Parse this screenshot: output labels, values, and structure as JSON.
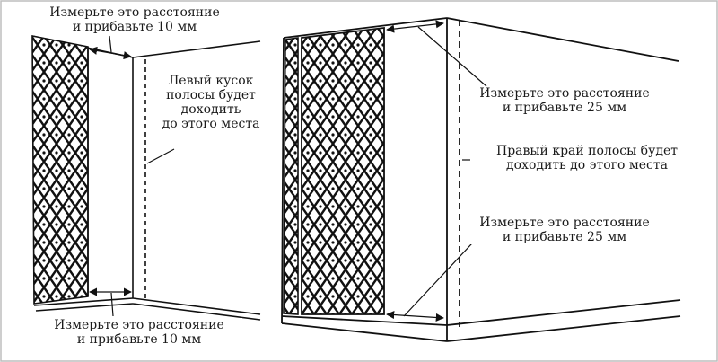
{
  "left_figure": {
    "top_label": [
      "Измерьте это расстояние",
      "и прибавьте 10 мм"
    ],
    "middle_label": [
      "Левый кусок",
      "полосы будет",
      "доходить",
      "до этого места"
    ],
    "bottom_label": [
      "Измерьте это расстояние",
      "и прибавьте 10 мм"
    ]
  },
  "right_figure": {
    "top_label": [
      "Измерьте это расстояние",
      "и прибавьте 25 мм"
    ],
    "middle_label": [
      "Правый край полосы будет",
      "доходить до этого места"
    ],
    "bottom_label": [
      "Измерьте это расстояние",
      "и прибавьте 25 мм"
    ]
  },
  "colors": {
    "ink": "#111111",
    "background": "#ffffff",
    "frame": "#bdbdbd"
  }
}
